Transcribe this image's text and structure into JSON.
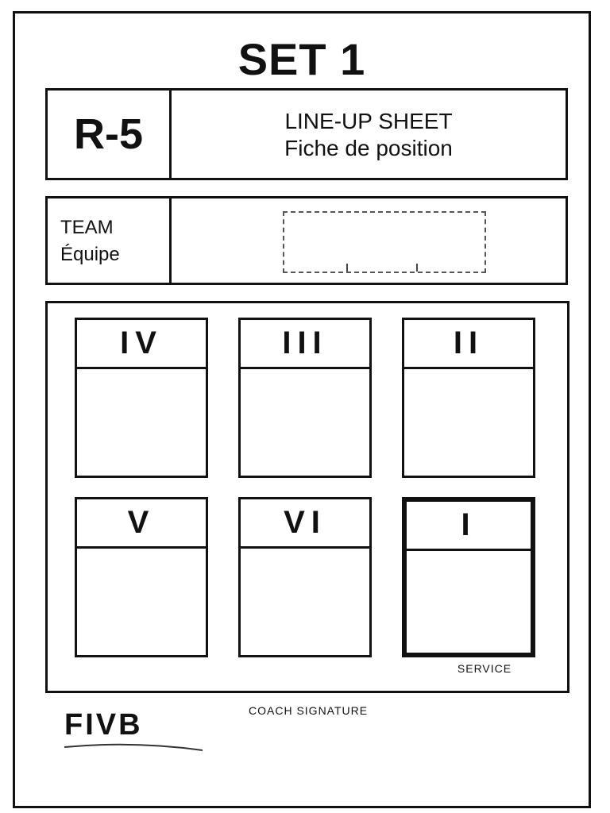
{
  "set_title": "SET 1",
  "form_code": "R-5",
  "sheet_title": {
    "line1": "LINE-UP SHEET",
    "line2": "Fiche de position"
  },
  "team": {
    "label_line1": "TEAM",
    "label_line2": "Équipe"
  },
  "positions": {
    "iv": "IV",
    "iii": "III",
    "ii": "II",
    "v": "V",
    "vi": "VI",
    "i": "I"
  },
  "service_label": "SERVICE",
  "coach_signature_label": "COACH SIGNATURE",
  "logo_text": "FIVB"
}
